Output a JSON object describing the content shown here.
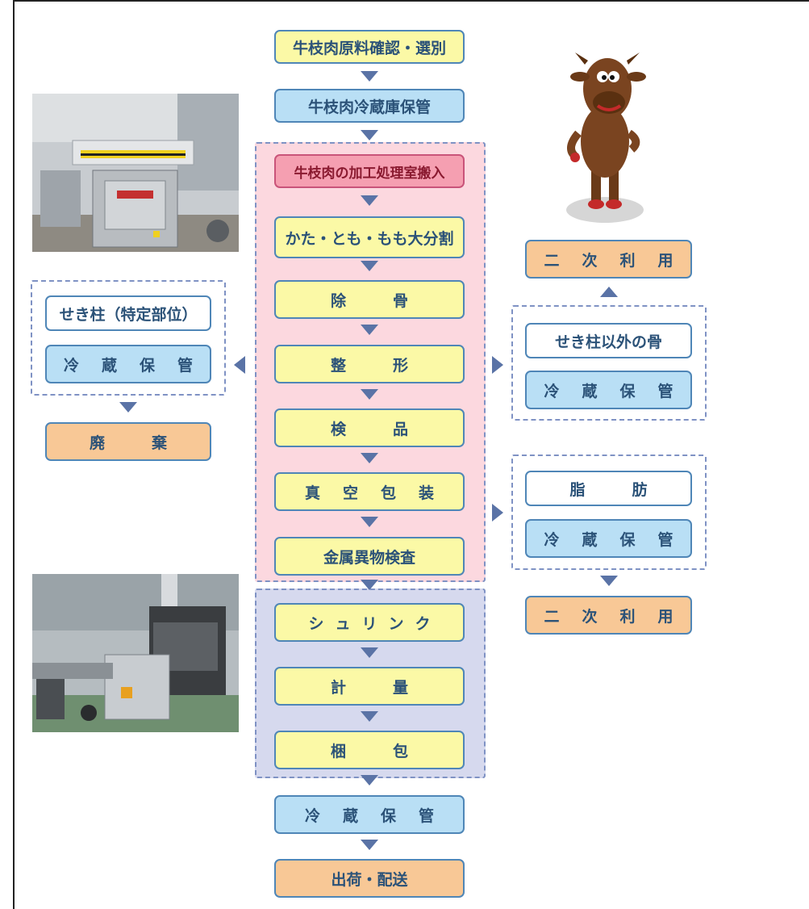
{
  "flow": {
    "step1": "牛枝肉原料確認・選別",
    "step2": "牛枝肉冷蔵庫保管",
    "step3": "牛枝肉の加工処理室搬入",
    "step4": "かた・とも・もも大分割",
    "step5": "除骨",
    "step6": "整形",
    "step7": "検品",
    "step8": "真空包装",
    "step9": "金属異物検査",
    "step10": "シュリンク",
    "step11": "計量",
    "step12": "梱包",
    "step13": "冷蔵保管",
    "step14": "出荷・配送"
  },
  "left_branch": {
    "item": "せき柱（特定部位）",
    "storage": "冷蔵保管",
    "result": "廃棄"
  },
  "right_branch_bones": {
    "item": "せき柱以外の骨",
    "storage": "冷蔵保管",
    "result": "二次利用"
  },
  "right_branch_fat": {
    "item": "脂肪",
    "storage": "冷蔵保管",
    "result": "二次利用"
  },
  "colors": {
    "yellow": "#fbf9a6",
    "blue": "#b9dff5",
    "pink": "#f59fb1",
    "orange": "#f8c896",
    "arrow": "#5a73a6",
    "region_pink": "#fcd8df",
    "region_lavender": "#d6d9ee"
  },
  "illustrations": {
    "photo_top": "cutting-machine-photo",
    "photo_bottom": "shrink-packaging-machine-photo",
    "mascot": "cartoon-cow-mascot"
  }
}
